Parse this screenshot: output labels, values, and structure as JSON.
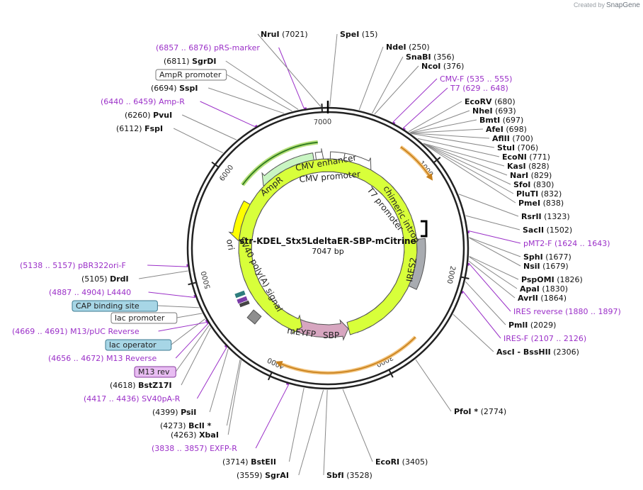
{
  "credit": {
    "prefix": "Created by",
    "brand": "SnapGene"
  },
  "plasmid": {
    "name": "str-KDEL_Stx5LdeltaER-SBP-mCitrine",
    "length_label": "7047 bp",
    "length": 7047
  },
  "ticks": [
    "1000",
    "2000",
    "3000",
    "4000",
    "5000",
    "6000",
    "7000"
  ],
  "features": [
    {
      "id": "cmv-enhancer",
      "label": "CMV enhancer"
    },
    {
      "id": "cmv-promoter",
      "label": "CMV promoter"
    },
    {
      "id": "t7-promoter",
      "label": "T7 promoter"
    },
    {
      "id": "chimeric-intron",
      "label": "chimeric intron"
    },
    {
      "id": "ires2",
      "label": "IRES2"
    },
    {
      "id": "sbp",
      "label": "SBP"
    },
    {
      "id": "meyfp",
      "label": "mEYFP"
    },
    {
      "id": "sv40-polya",
      "label": "SV40 poly(A) signal"
    },
    {
      "id": "ori",
      "label": "ori"
    },
    {
      "id": "ampr",
      "label": "AmpR"
    }
  ],
  "labels": [
    {
      "id": "spei",
      "name": "SpeI",
      "pos": "(15)",
      "kind": "enz"
    },
    {
      "id": "ndei",
      "name": "NdeI",
      "pos": "(250)",
      "kind": "enz"
    },
    {
      "id": "snabi",
      "name": "SnaBI",
      "pos": "(356)",
      "kind": "enz"
    },
    {
      "id": "ncoi",
      "name": "NcoI",
      "pos": "(376)",
      "kind": "enz"
    },
    {
      "id": "cmv-f",
      "name": "CMV-F",
      "pos": "(535 .. 555)",
      "kind": "primer"
    },
    {
      "id": "t7",
      "name": "T7",
      "pos": "(629 .. 648)",
      "kind": "primer"
    },
    {
      "id": "ecorv",
      "name": "EcoRV",
      "pos": "(680)",
      "kind": "enz"
    },
    {
      "id": "nhei",
      "name": "NheI",
      "pos": "(693)",
      "kind": "enz"
    },
    {
      "id": "bmti",
      "name": "BmtI",
      "pos": "(697)",
      "kind": "enz"
    },
    {
      "id": "afei",
      "name": "AfeI",
      "pos": "(698)",
      "kind": "enz"
    },
    {
      "id": "aflii",
      "name": "AflII",
      "pos": "(700)",
      "kind": "enz"
    },
    {
      "id": "stui",
      "name": "StuI",
      "pos": "(706)",
      "kind": "enz"
    },
    {
      "id": "econi",
      "name": "EcoNI",
      "pos": "(771)",
      "kind": "enz"
    },
    {
      "id": "kasi",
      "name": "KasI",
      "pos": "(828)",
      "kind": "enz"
    },
    {
      "id": "nari",
      "name": "NarI",
      "pos": "(829)",
      "kind": "enz"
    },
    {
      "id": "sfoi",
      "name": "SfoI",
      "pos": "(830)",
      "kind": "enz"
    },
    {
      "id": "pluti",
      "name": "PluTI",
      "pos": "(832)",
      "kind": "enz"
    },
    {
      "id": "pmei",
      "name": "PmeI",
      "pos": "(838)",
      "kind": "enz"
    },
    {
      "id": "rsrii",
      "name": "RsrII",
      "pos": "(1323)",
      "kind": "enz"
    },
    {
      "id": "sacii",
      "name": "SacII",
      "pos": "(1502)",
      "kind": "enz"
    },
    {
      "id": "pmt2-f",
      "name": "pMT2-F",
      "pos": "(1624 .. 1643)",
      "kind": "primer"
    },
    {
      "id": "sphi",
      "name": "SphI",
      "pos": "(1677)",
      "kind": "enz"
    },
    {
      "id": "nsii",
      "name": "NsiI",
      "pos": "(1679)",
      "kind": "enz"
    },
    {
      "id": "pspomi",
      "name": "PspOMI",
      "pos": "(1826)",
      "kind": "enz"
    },
    {
      "id": "apai",
      "name": "ApaI",
      "pos": "(1830)",
      "kind": "enz"
    },
    {
      "id": "avrii",
      "name": "AvrII",
      "pos": "(1864)",
      "kind": "enz"
    },
    {
      "id": "ires-reverse",
      "name": "IRES reverse",
      "pos": "(1880 .. 1897)",
      "kind": "primer"
    },
    {
      "id": "pmli",
      "name": "PmlI",
      "pos": "(2029)",
      "kind": "enz"
    },
    {
      "id": "ires-f",
      "name": "IRES-F",
      "pos": "(2107 .. 2126)",
      "kind": "primer"
    },
    {
      "id": "asci-bsshii",
      "name": "AscI  - BssHII",
      "pos": "(2306)",
      "kind": "enz"
    },
    {
      "id": "pfoi",
      "name": "PfoI *",
      "pos": "(2774)",
      "kind": "enz"
    },
    {
      "id": "ecori",
      "name": "EcoRI",
      "pos": "(3405)",
      "kind": "enz"
    },
    {
      "id": "sbfi",
      "name": "SbfI",
      "pos": "(3528)",
      "kind": "enz"
    },
    {
      "id": "sgrai",
      "name": "SgrAI",
      "pos": "(3559)",
      "kind": "enz"
    },
    {
      "id": "bsteii",
      "name": "BstEII",
      "pos": "(3714)",
      "kind": "enz"
    },
    {
      "id": "exfp-r",
      "name": "EXFP-R",
      "pos": "(3838 .. 3857)",
      "kind": "primer"
    },
    {
      "id": "xbai",
      "name": "XbaI",
      "pos": "(4263)",
      "kind": "enz"
    },
    {
      "id": "bcli",
      "name": "BclI *",
      "pos": "(4273)",
      "kind": "enz"
    },
    {
      "id": "psii",
      "name": "PsiI",
      "pos": "(4399)",
      "kind": "enz"
    },
    {
      "id": "sv40pa-r",
      "name": "SV40pA-R",
      "pos": "(4417 .. 4436)",
      "kind": "primer"
    },
    {
      "id": "bstz17i",
      "name": "BstZ17I",
      "pos": "(4618)",
      "kind": "enz"
    },
    {
      "id": "m13-rev",
      "name": "M13 rev",
      "pos": "",
      "kind": "box",
      "fill": "#e8bdf2",
      "stroke": "#8a3da0"
    },
    {
      "id": "m13-reverse",
      "name": "M13 Reverse",
      "pos": "(4656 .. 4672)",
      "kind": "primer"
    },
    {
      "id": "lac-operator",
      "name": "lac operator",
      "pos": "",
      "kind": "box",
      "fill": "#a7d6e6",
      "stroke": "#3d7a90"
    },
    {
      "id": "m13-puc-reverse",
      "name": "M13/pUC Reverse",
      "pos": "(4669 .. 4691)",
      "kind": "primer"
    },
    {
      "id": "lac-promoter",
      "name": "lac promoter",
      "pos": "",
      "kind": "box",
      "fill": "#ffffff",
      "stroke": "#777777"
    },
    {
      "id": "cap-binding-site",
      "name": "CAP binding site",
      "pos": "",
      "kind": "box",
      "fill": "#a7d6e6",
      "stroke": "#3d7a90"
    },
    {
      "id": "l4440",
      "name": "L4440",
      "pos": "(4887 .. 4904)",
      "kind": "primer"
    },
    {
      "id": "drdi",
      "name": "DrdI",
      "pos": "(5105)",
      "kind": "enz"
    },
    {
      "id": "pbr322ori-f",
      "name": "pBR322ori-F",
      "pos": "(5138 .. 5157)",
      "kind": "primer"
    },
    {
      "id": "fspi",
      "name": "FspI",
      "pos": "(6112)",
      "kind": "enz"
    },
    {
      "id": "pvui",
      "name": "PvuI",
      "pos": "(6260)",
      "kind": "enz"
    },
    {
      "id": "amp-r",
      "name": "Amp-R",
      "pos": "(6440 .. 6459)",
      "kind": "primer"
    },
    {
      "id": "sspi",
      "name": "SspI",
      "pos": "(6694)",
      "kind": "enz"
    },
    {
      "id": "ampr-promoter",
      "name": "AmpR promoter",
      "pos": "",
      "kind": "box",
      "fill": "#ffffff",
      "stroke": "#777777"
    },
    {
      "id": "sgrdi",
      "name": "SgrDI",
      "pos": "(6811)",
      "kind": "enz"
    },
    {
      "id": "prs-marker",
      "name": "pRS-marker",
      "pos": "(6857 .. 6876)",
      "kind": "primer"
    },
    {
      "id": "nrui",
      "name": "NruI",
      "pos": "(7021)",
      "kind": "enz"
    }
  ]
}
